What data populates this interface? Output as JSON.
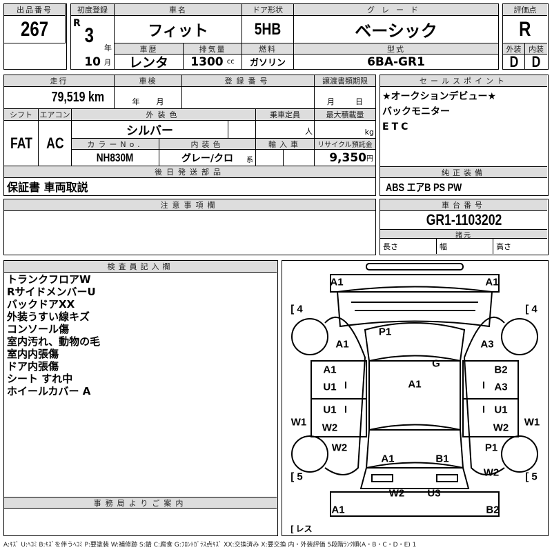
{
  "lot": {
    "label": "出品番号",
    "value": "267"
  },
  "first_reg": {
    "label": "初度登録",
    "era": "R",
    "year": "3",
    "year_unit": "年",
    "month": "10",
    "month_unit": "月"
  },
  "car_name": {
    "label": "車名",
    "value": "フィット"
  },
  "door": {
    "label": "ドア形状",
    "value": "5HB"
  },
  "grade": {
    "label": "グレード",
    "value": "ベーシック"
  },
  "history": {
    "label": "車歴",
    "value": "レンタ"
  },
  "displacement": {
    "label": "排気量",
    "value": "1300",
    "unit": "cc"
  },
  "fuel": {
    "label": "燃料",
    "value": "ガソリン"
  },
  "model": {
    "label": "型式",
    "value": "6BA-GR1"
  },
  "score": {
    "label": "評価点",
    "value": "R",
    "ext_label": "外装",
    "int_label": "内装",
    "ext": "D",
    "int": "D"
  },
  "mileage": {
    "label": "走行",
    "value": "79,519 km"
  },
  "inspection": {
    "label": "車検",
    "year_unit": "年",
    "month_unit": "月"
  },
  "reg_no": {
    "label": "登録番号"
  },
  "transfer": {
    "label": "譲渡書類期限",
    "month_unit": "月",
    "day_unit": "日"
  },
  "shift": {
    "label": "シフト",
    "value": "FAT"
  },
  "ac": {
    "label": "エアコン",
    "value": "AC"
  },
  "ext_color": {
    "label": "外装色",
    "value": "シルバー"
  },
  "capacity": {
    "label": "乗車定員",
    "unit": "人"
  },
  "max_load": {
    "label": "最大積載量",
    "unit": "kg"
  },
  "color_no": {
    "label": "カラーNo.",
    "value": "NH830M"
  },
  "int_color": {
    "label": "内装色",
    "value": "グレー/クロ",
    "suffix": "系"
  },
  "import": {
    "label": "輸入車"
  },
  "recycle": {
    "label": "リサイクル預託金",
    "value": "9,350",
    "unit": "円"
  },
  "later_parts": {
    "label": "後日発送部品",
    "value": "保証書 車両取説"
  },
  "sales_points": {
    "label": "セールスポイント",
    "items": [
      "★オークションデビュー★",
      "バックモニター",
      "ETC"
    ]
  },
  "equipment": {
    "label": "純正装備",
    "value": "ABS エアB PS PW"
  },
  "notes": {
    "label": "注意事項欄"
  },
  "chassis": {
    "label": "車台番号",
    "value": "GR1-1103202"
  },
  "specs": {
    "label": "諸元",
    "length": "長さ",
    "width": "幅",
    "height": "高さ"
  },
  "inspector": {
    "label": "検査員記入欄",
    "items": [
      "トランクフロアW",
      "RサイドメンバーU",
      "バックドアXX",
      "外装うすい線キズ",
      "コンソール傷",
      "室内汚れ、動物の毛",
      "室内内張傷",
      "ドア内張傷",
      "シート すれ中",
      "ホイールカバー A"
    ]
  },
  "office": {
    "label": "事務局よりご案内"
  },
  "diagram": {
    "marks": [
      "A1",
      "A1",
      "[ 4",
      "[ 4",
      "P1",
      "A1",
      "A3",
      "G",
      "A1",
      "B2",
      "A1",
      "U1",
      "A3",
      "U1",
      "U1",
      "W1",
      "W1",
      "W2",
      "W2",
      "W2",
      "P1",
      "A1",
      "B1",
      "W2",
      "[ 5",
      "[ 5",
      "W2",
      "U3",
      "A1",
      "B2",
      "[ レス"
    ]
  },
  "legend": "A:ｷｽﾞ U:ﾍｺﾐ B:ｷｽﾞを伴うﾍｺﾐ P:要塗装 W:補修跡 S:錆 C:腐食 G:ﾌﾛﾝﾄｶﾞﾗｽ点ｷｽﾞ XX:交換済み X:要交換 内・外装評価 5段階ﾗﾝｸ順(A・B・C・D・E) 1"
}
